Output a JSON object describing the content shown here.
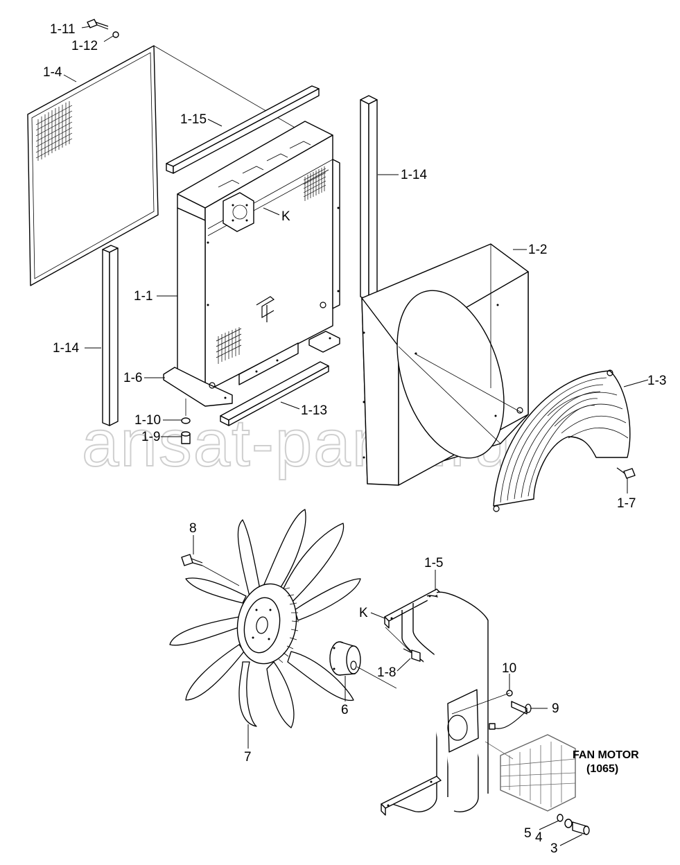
{
  "diagram": {
    "watermark": "ansat-parts.ru",
    "labels": {
      "l_1_11": "1-11",
      "l_1_12": "1-12",
      "l_1_4": "1-4",
      "l_1_15": "1-15",
      "l_1_14a": "1-14",
      "l_1_14b": "1-14",
      "l_K1": "K",
      "l_1_2": "1-2",
      "l_1_1": "1-1",
      "l_1_6": "1-6",
      "l_1_13": "1-13",
      "l_1_10": "1-10",
      "l_1_9": "1-9",
      "l_1_3": "1-3",
      "l_1_7": "1-7",
      "l_8": "8",
      "l_1_5": "1-5",
      "l_K2": "K",
      "l_1_8": "1-8",
      "l_6": "6",
      "l_7": "7",
      "l_10": "10",
      "l_9": "9",
      "l_fan_motor": "FAN MOTOR",
      "l_fan_motor_ref": "(1065)",
      "l_5": "5",
      "l_4": "4",
      "l_3": "3"
    }
  }
}
